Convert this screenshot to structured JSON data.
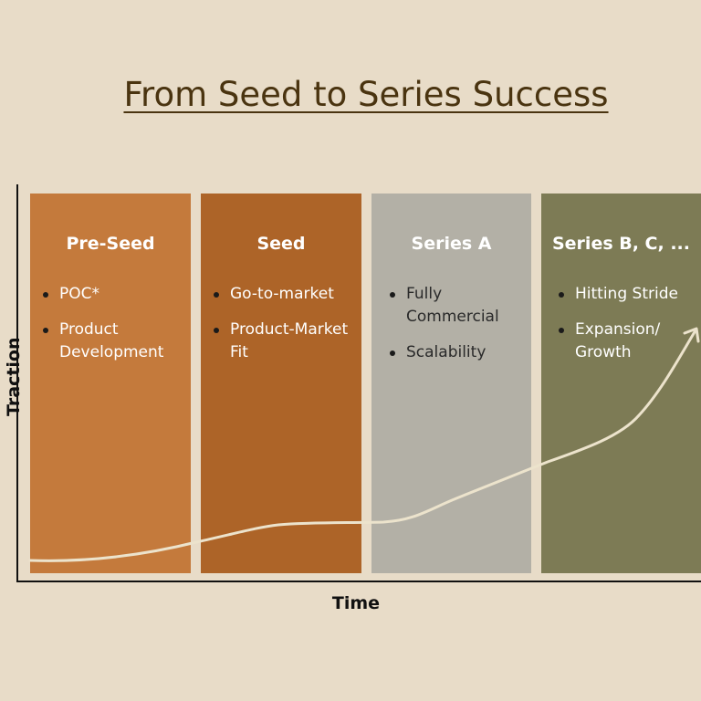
{
  "title": "From Seed to Series Success",
  "axes": {
    "y_label": "Traction",
    "x_label": "Time"
  },
  "stages": [
    {
      "name": "Pre-Seed",
      "color": "#c47a3c",
      "points": [
        "POC*",
        "Product Development"
      ]
    },
    {
      "name": "Seed",
      "color": "#ad6428",
      "points": [
        "Go-to-market",
        "Product-Market Fit"
      ]
    },
    {
      "name": "Series A",
      "color": "#b3b0a6",
      "points": [
        "Fully Commercial",
        "Scalability"
      ]
    },
    {
      "name": "Series B, C, ...",
      "color": "#7d7b55",
      "points": [
        "Hitting Stride",
        "Expansion/ Growth"
      ]
    }
  ],
  "colors": {
    "background": "#e8dcc8",
    "curve": "#ece3cc",
    "title": "#4a3410"
  }
}
